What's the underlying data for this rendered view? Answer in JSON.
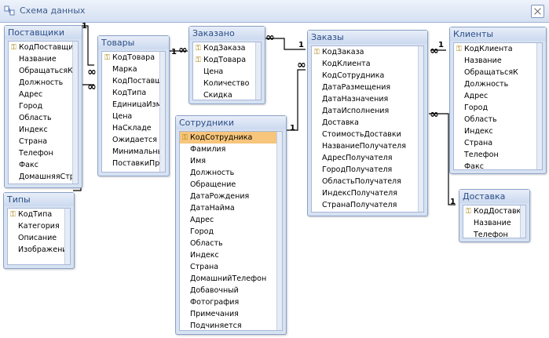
{
  "window": {
    "title": "Схема данных"
  },
  "colors": {
    "selected_row": "#f7c57b",
    "table_header": "#2b4e86"
  },
  "tables": {
    "postavshchiki": {
      "title": "Поставщики",
      "fields": [
        {
          "name": "КодПоставщика",
          "key": true
        },
        {
          "name": "Название",
          "key": false
        },
        {
          "name": "ОбращатьсяК",
          "key": false
        },
        {
          "name": "Должность",
          "key": false
        },
        {
          "name": "Адрес",
          "key": false
        },
        {
          "name": "Город",
          "key": false
        },
        {
          "name": "Область",
          "key": false
        },
        {
          "name": "Индекс",
          "key": false
        },
        {
          "name": "Страна",
          "key": false
        },
        {
          "name": "Телефон",
          "key": false
        },
        {
          "name": "Факс",
          "key": false
        },
        {
          "name": "ДомашняяСтраница",
          "key": false
        }
      ]
    },
    "tipy": {
      "title": "Типы",
      "fields": [
        {
          "name": "КодТипа",
          "key": true
        },
        {
          "name": "Категория",
          "key": false
        },
        {
          "name": "Описание",
          "key": false
        },
        {
          "name": "Изображение",
          "key": false
        }
      ]
    },
    "tovary": {
      "title": "Товары",
      "fields": [
        {
          "name": "КодТовара",
          "key": true
        },
        {
          "name": "Марка",
          "key": false
        },
        {
          "name": "КодПоставщика",
          "key": false
        },
        {
          "name": "КодТипа",
          "key": false
        },
        {
          "name": "ЕдиницаИзмерения",
          "key": false
        },
        {
          "name": "Цена",
          "key": false
        },
        {
          "name": "НаСкладе",
          "key": false
        },
        {
          "name": "Ожидается",
          "key": false
        },
        {
          "name": "МинимальныйЗапас",
          "key": false
        },
        {
          "name": "ПоставкиПрекращены",
          "key": false
        }
      ]
    },
    "zakazano": {
      "title": "Заказано",
      "fields": [
        {
          "name": "КодЗаказа",
          "key": true
        },
        {
          "name": "КодТовара",
          "key": true
        },
        {
          "name": "Цена",
          "key": false
        },
        {
          "name": "Количество",
          "key": false
        },
        {
          "name": "Скидка",
          "key": false
        }
      ]
    },
    "sotrudniki": {
      "title": "Сотрудники",
      "fields": [
        {
          "name": "КодСотрудника",
          "key": true,
          "selected": true
        },
        {
          "name": "Фамилия",
          "key": false
        },
        {
          "name": "Имя",
          "key": false
        },
        {
          "name": "Должность",
          "key": false
        },
        {
          "name": "Обращение",
          "key": false
        },
        {
          "name": "ДатаРождения",
          "key": false
        },
        {
          "name": "ДатаНайма",
          "key": false
        },
        {
          "name": "Адрес",
          "key": false
        },
        {
          "name": "Город",
          "key": false
        },
        {
          "name": "Область",
          "key": false
        },
        {
          "name": "Индекс",
          "key": false
        },
        {
          "name": "Страна",
          "key": false
        },
        {
          "name": "ДомашнийТелефон",
          "key": false
        },
        {
          "name": "Добавочный",
          "key": false
        },
        {
          "name": "Фотография",
          "key": false
        },
        {
          "name": "Примечания",
          "key": false
        },
        {
          "name": "Подчиняется",
          "key": false
        }
      ]
    },
    "zakazy": {
      "title": "Заказы",
      "fields": [
        {
          "name": "КодЗаказа",
          "key": true
        },
        {
          "name": "КодКлиента",
          "key": false
        },
        {
          "name": "КодСотрудника",
          "key": false
        },
        {
          "name": "ДатаРазмещения",
          "key": false
        },
        {
          "name": "ДатаНазначения",
          "key": false
        },
        {
          "name": "ДатаИсполнения",
          "key": false
        },
        {
          "name": "Доставка",
          "key": false
        },
        {
          "name": "СтоимостьДоставки",
          "key": false
        },
        {
          "name": "НазваниеПолучателя",
          "key": false
        },
        {
          "name": "АдресПолучателя",
          "key": false
        },
        {
          "name": "ГородПолучателя",
          "key": false
        },
        {
          "name": "ОбластьПолучателя",
          "key": false
        },
        {
          "name": "ИндексПолучателя",
          "key": false
        },
        {
          "name": "СтранаПолучателя",
          "key": false
        }
      ]
    },
    "klienty": {
      "title": "Клиенты",
      "fields": [
        {
          "name": "КодКлиента",
          "key": true
        },
        {
          "name": "Название",
          "key": false
        },
        {
          "name": "ОбращатьсяК",
          "key": false
        },
        {
          "name": "Должность",
          "key": false
        },
        {
          "name": "Адрес",
          "key": false
        },
        {
          "name": "Город",
          "key": false
        },
        {
          "name": "Область",
          "key": false
        },
        {
          "name": "Индекс",
          "key": false
        },
        {
          "name": "Страна",
          "key": false
        },
        {
          "name": "Телефон",
          "key": false
        },
        {
          "name": "Факс",
          "key": false
        }
      ]
    },
    "dostavka": {
      "title": "Доставка",
      "fields": [
        {
          "name": "КодДоставки",
          "key": true
        },
        {
          "name": "Название",
          "key": false
        },
        {
          "name": "Телефон",
          "key": false
        }
      ]
    }
  },
  "relationship_labels": {
    "one": "1",
    "many": "∞"
  }
}
